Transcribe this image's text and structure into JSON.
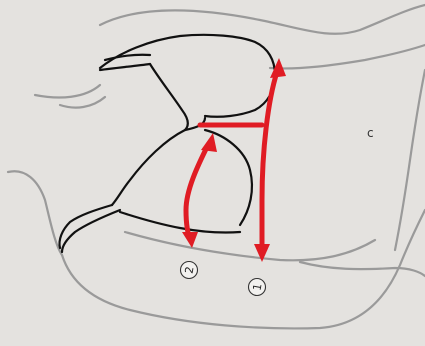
{
  "colors": {
    "background": "#e4e2df",
    "outline_gray": "#9a9a9a",
    "outline_black": "#111111",
    "measure_red": "#e01c24"
  },
  "labels": {
    "marker_1": "1",
    "marker_2": "2",
    "side_mark": "c"
  },
  "icons": {
    "marker_1": "circled-number-icon",
    "marker_2": "circled-number-icon"
  }
}
